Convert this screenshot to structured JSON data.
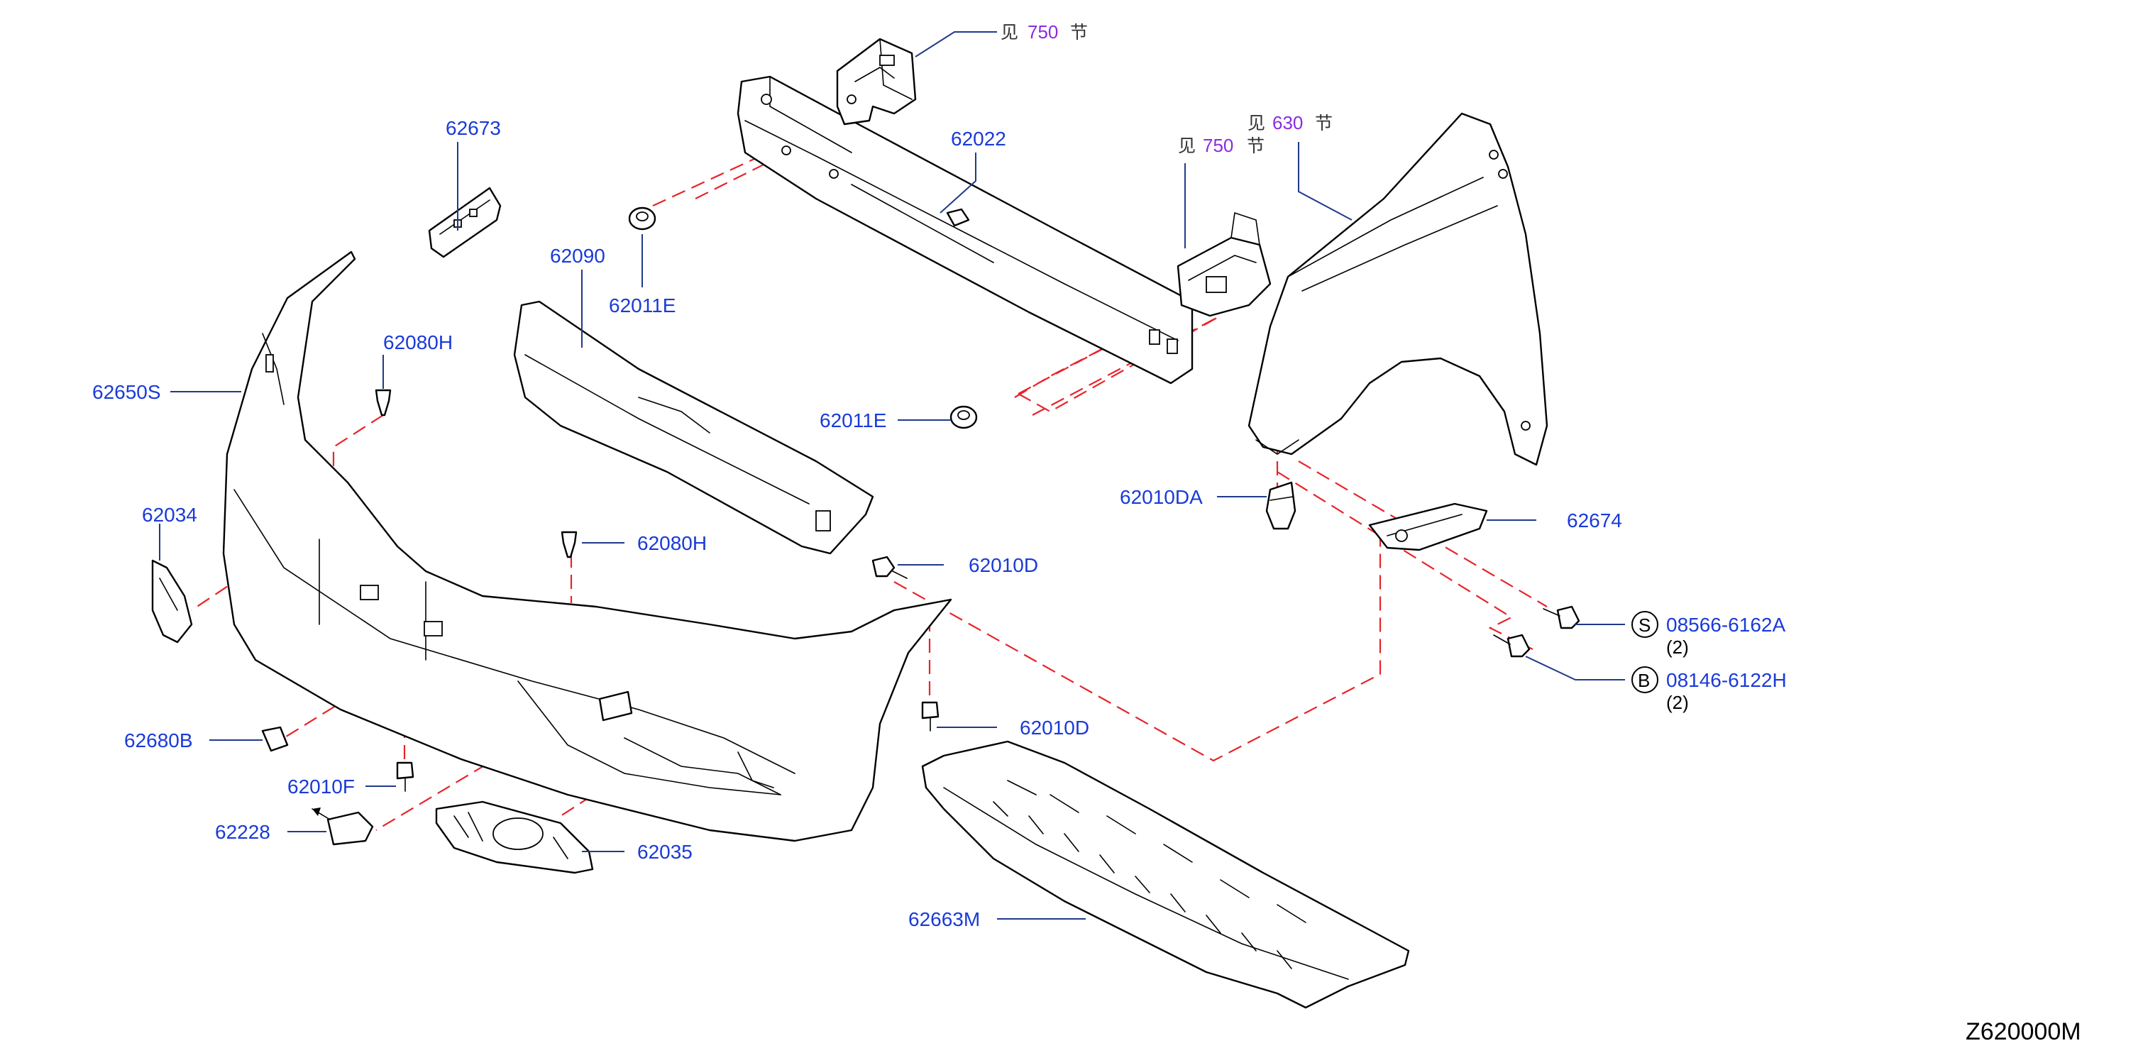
{
  "parts": {
    "p62673": "62673",
    "p62022": "62022",
    "p62090": "62090",
    "p62011E_top": "62011E",
    "p62080H_left": "62080H",
    "p62650S": "62650S",
    "p62011E_mid": "62011E",
    "p62010DA": "62010DA",
    "p62674": "62674",
    "p62034": "62034",
    "p62080H_mid": "62080H",
    "p62010D_top": "62010D",
    "p62680B": "62680B",
    "p62010D_bottom": "62010D",
    "p62010F": "62010F",
    "p62228": "62228",
    "p62035": "62035",
    "p62663M": "62663M",
    "bolt_s": {
      "symbol": "S",
      "number": "08566-6162A",
      "qty": "(2)"
    },
    "bolt_b": {
      "symbol": "B",
      "number": "08146-6122H",
      "qty": "(2)"
    }
  },
  "section_refs": {
    "ref750_top": {
      "prefix": "见",
      "section": "750",
      "suffix": "节"
    },
    "ref750_mid": {
      "prefix": "见",
      "section": "750",
      "suffix": "节"
    },
    "ref630": {
      "prefix": "见",
      "section": "630",
      "suffix": "节"
    }
  },
  "diagram_id": "Z620000M",
  "colors": {
    "label": "#1a3ad8",
    "section_number": "#8a2be2",
    "dashed_connector": "#e8242a",
    "outline": "#000000"
  }
}
